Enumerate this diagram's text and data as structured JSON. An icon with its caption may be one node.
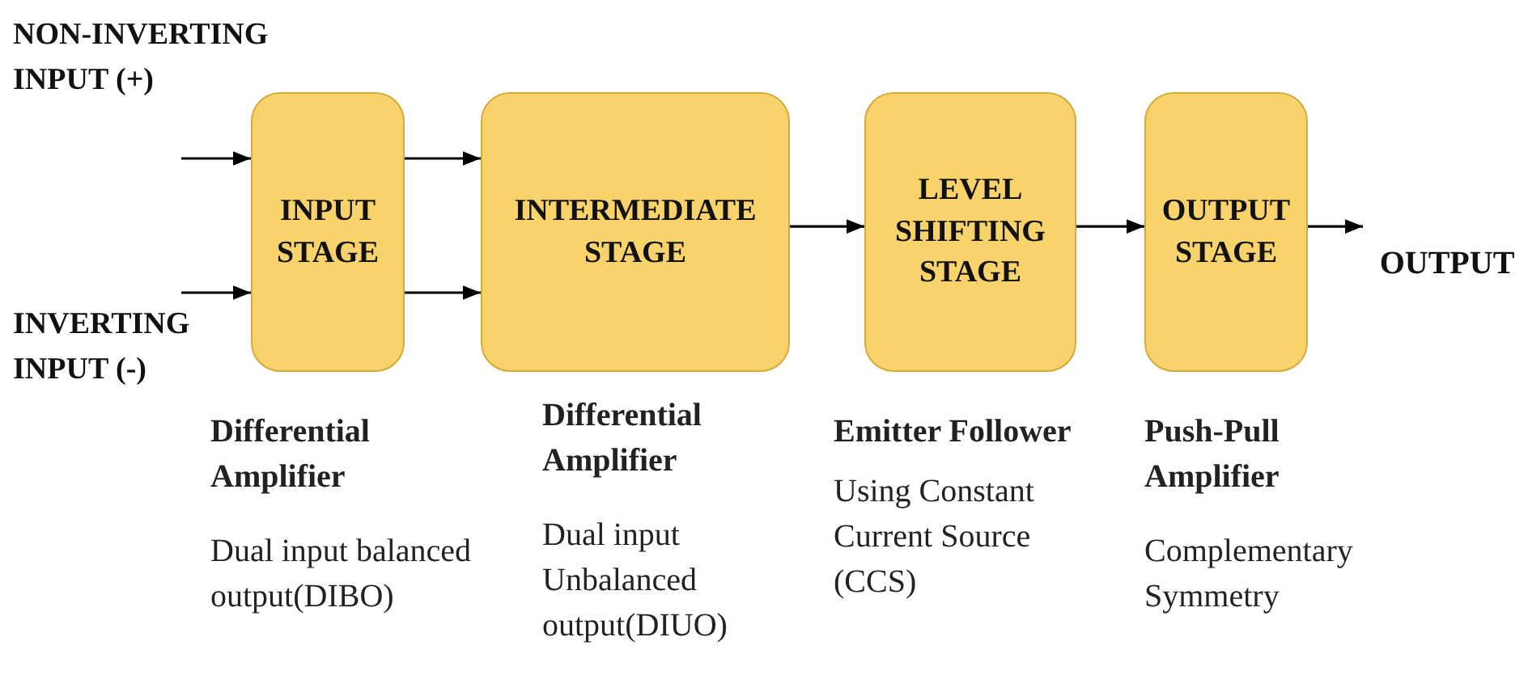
{
  "diagram": {
    "nodes": [
      {
        "text": [
          "INPUT STAGE"
        ],
        "beside": [
          "Differential Amplifier",
          "Dual input balanced output(DIBO)"
        ]
      },
      {
        "text": [
          "INTERMEDIATE STAGE"
        ],
        "beside": [
          "Differential Amplifier",
          "Dual input Unbalanced output(DIUO)"
        ]
      },
      {
        "text": [
          "LEVEL SHIFTING STAGE"
        ],
        "beside": [
          "Emitter Follower",
          "Using Constant Current Source (CCS)"
        ]
      },
      {
        "text": [
          "OUTPUT STAGE"
        ],
        "beside": [
          "Push-Pull Amplifier",
          "Complementary Symmetry"
        ]
      },
      {
        "text": [
          "OUTPUT"
        ]
      }
    ],
    "edges": [
      {
        "from": null,
        "to": 0,
        "arrow": "to"
      },
      {
        "from": null,
        "to": 0,
        "arrow": "to"
      },
      {
        "from": 0,
        "to": 1,
        "arrow": "to"
      },
      {
        "from": 0,
        "to": 1,
        "arrow": "to"
      },
      {
        "from": 1,
        "to": 2,
        "arrow": "to"
      },
      {
        "from": 2,
        "to": 3,
        "arrow": "to"
      },
      {
        "from": 3,
        "to": 4,
        "arrow": "to"
      }
    ],
    "labels": [
      "NON-INVERTING INPUT (+)",
      "INVERTING INPUT (-)"
    ]
  }
}
